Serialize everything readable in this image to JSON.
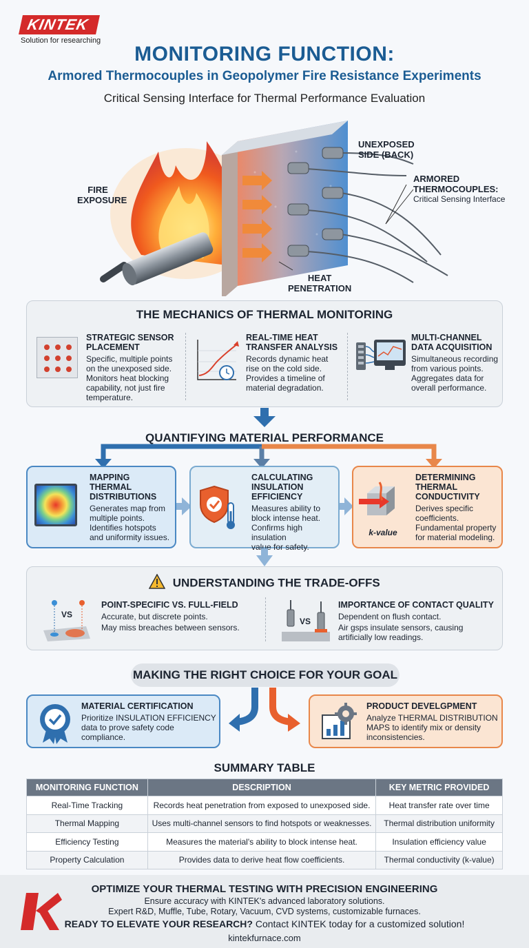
{
  "logo": {
    "name": "KINTEK",
    "tagline": "Solution for researching"
  },
  "header": {
    "title": "MONITORING FUNCTION:",
    "subtitle": "Armored Thermocouples in Geopolymer Fire Resistance Experiments",
    "tagline": "Critical Sensing Interface for Thermal Performance Evaluation"
  },
  "hero": {
    "fire_label_1": "FIRE",
    "fire_label_2": "EXPOSURE",
    "unexposed_1": "UNEXPOSED",
    "unexposed_2": "SIDE (BACK)",
    "armored_1": "ARMORED",
    "armored_2": "THERMOCOUPLES:",
    "armored_3": "Critical Sensing Interface",
    "heat_1": "HEAT",
    "heat_2": "PENETRATION"
  },
  "mechanics": {
    "title": "THE MECHANICS OF THERMAL MONITORING",
    "items": [
      {
        "title_1": "STRATEGIC SENSOR",
        "title_2": "PLACEMENT",
        "text_1": "Specific, multiple points",
        "text_2": "on the unexposed side.",
        "text_3": "Monitors heat blocking",
        "text_4": "capability, not just fire",
        "text_5": "temperature."
      },
      {
        "title_1": "REAL-TIME HEAT",
        "title_2": "TRANSFER ANALYSIS",
        "text_1": "Records dynamic heat",
        "text_2": "rise on the cold side.",
        "text_3": "Provides a timeline of",
        "text_4": "material degradation.",
        "text_5": ""
      },
      {
        "title_1": "MULTI-CHANNEL",
        "title_2": "DATA ACQUISITION",
        "text_1": "Simultaneous recording",
        "text_2": "from various points.",
        "text_3": "Aggregates data for",
        "text_4": "overall performance.",
        "text_5": ""
      }
    ]
  },
  "quantifying": {
    "title": "QUANTIFYING MATERIAL PERFORMANCE",
    "cards": [
      {
        "title_1": "MAPPING",
        "title_2": "THERMAL",
        "title_3": "DISTRIBUTIONS",
        "text_1": "Generates map from",
        "text_2": "multiple points.",
        "text_3": "Identifies hotspots",
        "text_4": "and uniformity issues."
      },
      {
        "title_1": "CALCULATING",
        "title_2": "INSULATION",
        "title_3": "EFFICIENCY",
        "text_1": "Measures ability to",
        "text_2": "block intense heat.",
        "text_3": "Confirms high insulation",
        "text_4": "value for safety."
      },
      {
        "title_1": "DETERMINING",
        "title_2": "THERMAL",
        "title_3": "CONDUCTIVITY",
        "text_1": "Derives specific",
        "text_2": "coefficients.",
        "text_3": "Fundamental property",
        "text_4": "for material modeling.",
        "icon_label": "k-value"
      }
    ]
  },
  "tradeoffs": {
    "title": "UNDERSTANDING THE TRADE-OFFS",
    "left": {
      "title": "POINT-SPECIFIC VS. FULL-FIELD",
      "text_1": "Accurate, but discrete points.",
      "text_2": "May miss breaches between sensors.",
      "vs": "VS"
    },
    "right": {
      "title": "IMPORTANCE OF CONTACT QUALITY",
      "text_1": "Dependent on flush contact.",
      "text_2": "Air gsps insulate sensors, causing",
      "text_3": "artificially low readings.",
      "vs": "VS"
    }
  },
  "choice": {
    "title": "MAKING THE RIGHT CHOICE FOR YOUR GOAL",
    "left": {
      "title": "MATERIAL CERTIFICATION",
      "text_1": "Prioritize INSULATION EFFICIENCY",
      "text_2": "data to prove safety code",
      "text_3": "compliance."
    },
    "right": {
      "title": "PRODUCT DEVELGPMENT",
      "text_1": "Analyze THERMAL DISTRIBUTION",
      "text_2": "MAPS to identify mix or density",
      "text_3": "inconsistencies."
    }
  },
  "summary": {
    "title": "SUMMARY TABLE",
    "headers": [
      "MONITORING FUNCTION",
      "DESCRIPTION",
      "KEY METRIC PROVIDED"
    ],
    "rows": [
      [
        "Real-Time Tracking",
        "Records heat penetration from exposed to unexposed side.",
        "Heat transfer rate over time"
      ],
      [
        "Thermal Mapping",
        "Uses multi-channel sensors to find hotspots or weaknesses.",
        "Thermal distribution uniformity"
      ],
      [
        "Efficiency Testing",
        "Measures the material's ability to block intense heat.",
        "Insulation efficiency value"
      ],
      [
        "Property Calculation",
        "Provides data to derive heat flow coefficients.",
        "Thermal conductivity (k-value)"
      ]
    ]
  },
  "footer": {
    "headline": "OPTIMIZE YOUR THERMAL TESTING WITH PRECISION ENGINEERING",
    "line_1": "Ensure accuracy with KINTEK's advanced laboratory solutions.",
    "line_2": "Expert R&D, Muffle, Tube, Rotary, Vacuum, CVD systems, customizable furnaces.",
    "cta_bold": "READY TO ELEVATE YOUR RESEARCH?",
    "cta_text": " Contact KINTEK today for a customized solution!",
    "url": "kintekfurnace.com"
  },
  "colors": {
    "brand_red": "#d42a2a",
    "title_blue": "#1b5c93",
    "accent_orange": "#e8874a",
    "accent_blue": "#2f6fae"
  }
}
